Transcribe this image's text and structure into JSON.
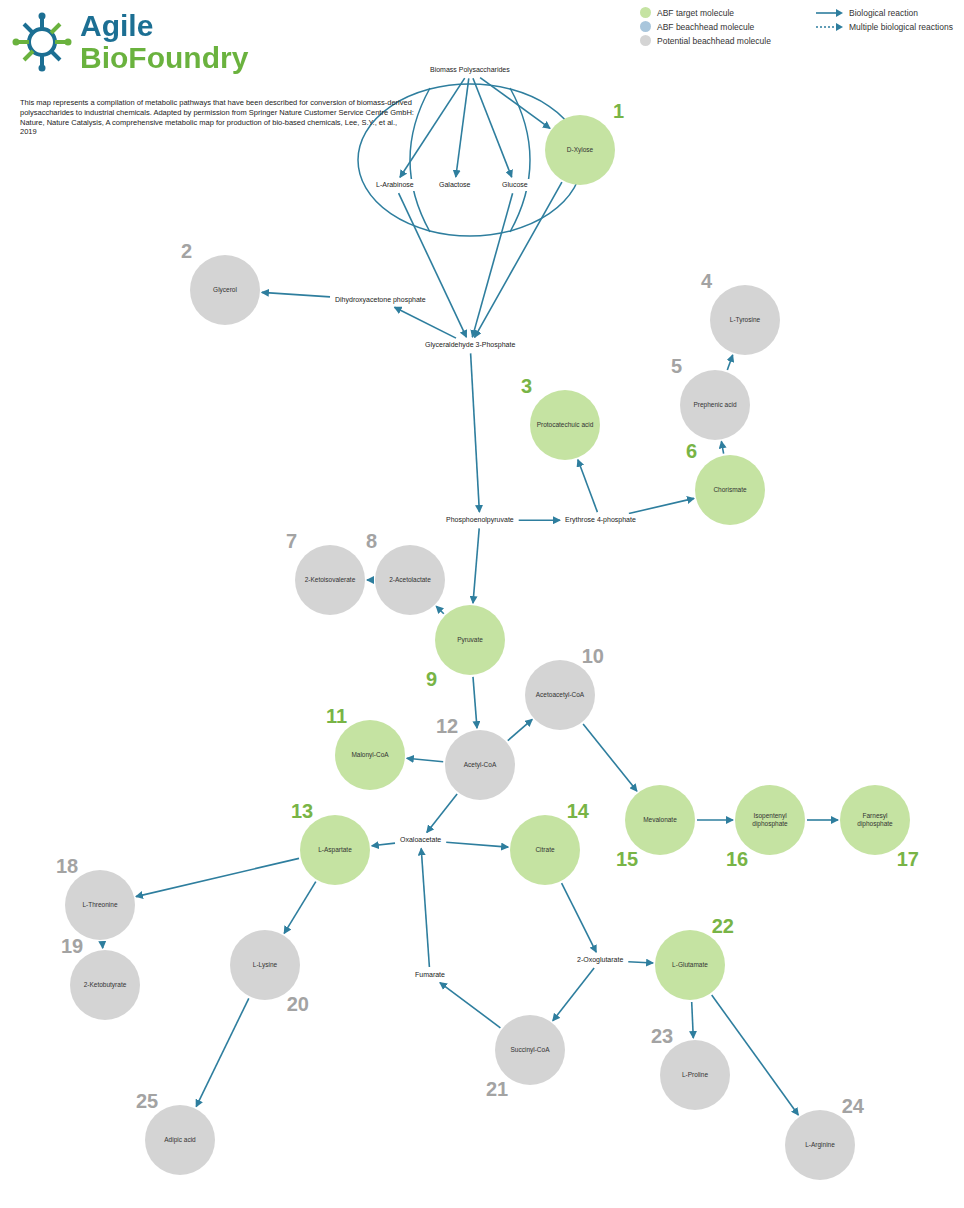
{
  "diagram": {
    "title": "Agile BioFoundry",
    "nodes": [
      {
        "text": [
          "Biomass Polysaccharides"
        ]
      },
      {
        "text": [
          "L-Arabinose"
        ]
      },
      {
        "text": [
          "Galactose"
        ]
      },
      {
        "text": [
          "Glucose"
        ]
      },
      {
        "text": [
          "1",
          "D-Xylose"
        ]
      },
      {
        "text": [
          "Glyceraldehyde 3-Phosphate"
        ]
      },
      {
        "text": [
          "Dihydroxyacetone phosphate"
        ]
      },
      {
        "text": [
          "2",
          "Glycerol"
        ]
      },
      {
        "text": [
          "Phosphoenolpyruvate"
        ]
      },
      {
        "text": [
          "Erythrose 4-phosphate"
        ]
      },
      {
        "text": [
          "3",
          "Protocatechuic acid"
        ]
      },
      {
        "text": [
          "4",
          "L-Tyrosine"
        ]
      },
      {
        "text": [
          "5",
          "Prephenic acid"
        ]
      },
      {
        "text": [
          "6",
          "Chorismate"
        ]
      },
      {
        "text": [
          "7",
          "2-Ketoisovalerate"
        ]
      },
      {
        "text": [
          "8",
          "2-Acetolactate"
        ]
      },
      {
        "text": [
          "9",
          "Pyruvate"
        ]
      },
      {
        "text": [
          "10",
          "Acetoacetyl-CoA"
        ]
      },
      {
        "text": [
          "11",
          "Malonyl-CoA"
        ]
      },
      {
        "text": [
          "12",
          "Acetyl-CoA"
        ]
      },
      {
        "text": [
          "Oxaloacetate"
        ]
      },
      {
        "text": [
          "13",
          "L-Aspartate"
        ]
      },
      {
        "text": [
          "14",
          "Citrate"
        ]
      },
      {
        "text": [
          "15",
          "Mevalonate"
        ]
      },
      {
        "text": [
          "16",
          "Isopentenyl diphosphate"
        ]
      },
      {
        "text": [
          "17",
          "Farnesyl diphosphate"
        ]
      },
      {
        "text": [
          "18",
          "L-Threonine"
        ]
      },
      {
        "text": [
          "19",
          "2-Ketobutyrate"
        ]
      },
      {
        "text": [
          "20",
          "L-Lysine"
        ]
      },
      {
        "text": [
          "2-Oxoglutarate"
        ]
      },
      {
        "text": [
          "21",
          "Succinyl-CoA"
        ]
      },
      {
        "text": [
          "Fumarate"
        ]
      },
      {
        "text": [
          "22",
          "L-Glutamate"
        ]
      },
      {
        "text": [
          "23",
          "L-Proline"
        ]
      },
      {
        "text": [
          "24",
          "L-Arginine"
        ]
      },
      {
        "text": [
          "25",
          "Adipic acid"
        ]
      }
    ],
    "edges": [
      {
        "from": 0,
        "to": 1,
        "arrow": "to"
      },
      {
        "from": 0,
        "to": 2,
        "arrow": "to"
      },
      {
        "from": 0,
        "to": 3,
        "arrow": "to"
      },
      {
        "from": 0,
        "to": 4,
        "arrow": "to"
      },
      {
        "from": 1,
        "to": 5,
        "arrow": "to"
      },
      {
        "from": 3,
        "to": 5,
        "arrow": "to"
      },
      {
        "from": 4,
        "to": 5,
        "arrow": "to"
      },
      {
        "from": 5,
        "to": 6,
        "arrow": "to"
      },
      {
        "from": 6,
        "to": 7,
        "arrow": "to"
      },
      {
        "from": 5,
        "to": 8,
        "arrow": "to"
      },
      {
        "from": 8,
        "to": 16,
        "arrow": "to"
      },
      {
        "from": 8,
        "to": 9,
        "arrow": "to"
      },
      {
        "from": 9,
        "to": 10,
        "arrow": "to"
      },
      {
        "from": 9,
        "to": 13,
        "arrow": "to"
      },
      {
        "from": 13,
        "to": 12,
        "arrow": "to"
      },
      {
        "from": 12,
        "to": 11,
        "arrow": "to"
      },
      {
        "from": 16,
        "to": 15,
        "arrow": "to"
      },
      {
        "from": 15,
        "to": 14,
        "arrow": "to"
      },
      {
        "from": 16,
        "to": 19,
        "arrow": "to"
      },
      {
        "from": 19,
        "to": 18,
        "arrow": "to"
      },
      {
        "from": 19,
        "to": 17,
        "arrow": "to"
      },
      {
        "from": 17,
        "to": 23,
        "arrow": "to"
      },
      {
        "from": 23,
        "to": 24,
        "arrow": "to"
      },
      {
        "from": 24,
        "to": 25,
        "arrow": "to"
      },
      {
        "from": 19,
        "to": 20,
        "arrow": "to"
      },
      {
        "from": 20,
        "to": 21,
        "arrow": "to"
      },
      {
        "from": 20,
        "to": 22,
        "arrow": "to"
      },
      {
        "from": 21,
        "to": 26,
        "arrow": "to"
      },
      {
        "from": 26,
        "to": 27,
        "arrow": "to"
      },
      {
        "from": 21,
        "to": 28,
        "arrow": "to"
      },
      {
        "from": 28,
        "to": 35,
        "arrow": "to"
      },
      {
        "from": 22,
        "to": 29,
        "arrow": "to"
      },
      {
        "from": 29,
        "to": 32,
        "arrow": "to"
      },
      {
        "from": 29,
        "to": 30,
        "arrow": "to"
      },
      {
        "from": 30,
        "to": 31,
        "arrow": "to"
      },
      {
        "from": 31,
        "to": 20,
        "arrow": "to"
      },
      {
        "from": 32,
        "to": 33,
        "arrow": "to"
      },
      {
        "from": 32,
        "to": 34,
        "arrow": "to"
      }
    ],
    "labels": [
      "This map represents a compilation of metabolic pathways that have been described for conversion of biomass-derived polysaccharides to industrial chemicals. Adapted by permission from Springer Nature Customer Service Centre GmbH: Nature, Nature Catalysis, A comprehensive metabolic map for production of bio-based chemicals, Lee, S.Y., et al., 2019"
    ],
    "legend": [
      {
        "text": "ABF target molecule",
        "color": "#c5e3a2"
      },
      {
        "text": "ABF beachhead molecule",
        "color": "#a9c6dc"
      },
      {
        "text": "Potential beachhead molecule",
        "color": "#d4d4d4"
      },
      {
        "text": "Biological reaction"
      },
      {
        "text": "Multiple biological reactions"
      }
    ]
  }
}
